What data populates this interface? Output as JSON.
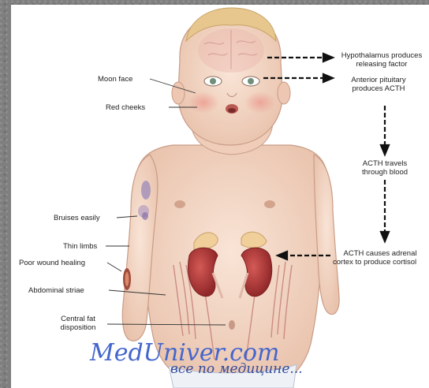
{
  "labels": {
    "moon_face": "Moon face",
    "red_cheeks": "Red cheeks",
    "bruises": "Bruises easily",
    "thin_limbs": "Thin limbs",
    "poor_wound": "Poor wound healing",
    "striae": "Abdominal striae",
    "central_fat_1": "Central fat",
    "central_fat_2": "disposition"
  },
  "flow": {
    "hypothalamus_1": "Hypothalamus produces",
    "hypothalamus_2": "releasing factor",
    "pituitary_1": "Anterior pituitary",
    "pituitary_2": "produces ACTH",
    "blood_1": "ACTH travels",
    "blood_2": "through blood",
    "adrenal_1": "ACTH causes adrenal",
    "adrenal_2": "cortex to produce cortisol"
  },
  "watermark": {
    "site": "MedUniver.com",
    "tagline": "все по медицине..."
  },
  "colors": {
    "skin": "#f2d6c4",
    "kidney": "#b03a3a",
    "watermark": "#4466cc"
  }
}
